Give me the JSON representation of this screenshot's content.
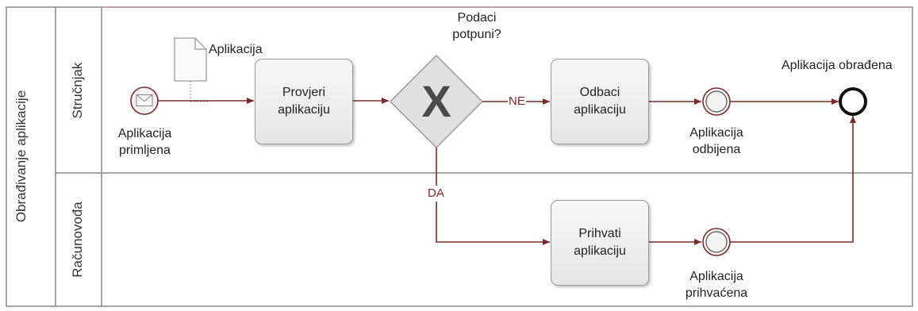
{
  "pool": {
    "label": "Obrađivanje aplikacije"
  },
  "lanes": [
    {
      "label": "Stručnjak"
    },
    {
      "label": "Računovođa"
    }
  ],
  "data_object": {
    "label": "Aplikacija",
    "icon": "document-icon"
  },
  "events": {
    "start": {
      "label": "Aplikacija\nprimljena",
      "icon": "envelope-icon"
    },
    "rejected": {
      "label": "Aplikacija\nodbijena"
    },
    "accepted": {
      "label": "Aplikacija\nprihvaćena"
    },
    "end": {
      "label": "Aplikacija obrađena"
    }
  },
  "tasks": {
    "check": {
      "label": "Provjeri\naplikaciju"
    },
    "reject": {
      "label": "Odbaci\naplikaciju"
    },
    "accept": {
      "label": "Prihvati\naplikaciju"
    }
  },
  "gateway": {
    "label": "Podaci\npotpuni?",
    "symbol": "X"
  },
  "flows": {
    "no": "NE",
    "yes": "DA"
  },
  "colors": {
    "flow": "#7a2a2a",
    "lane_border": "#8a8a8a",
    "task_border": "#9a9a9a",
    "gateway_fill": "#e0e0e0",
    "gateway_symbol": "#4a4a4a"
  }
}
